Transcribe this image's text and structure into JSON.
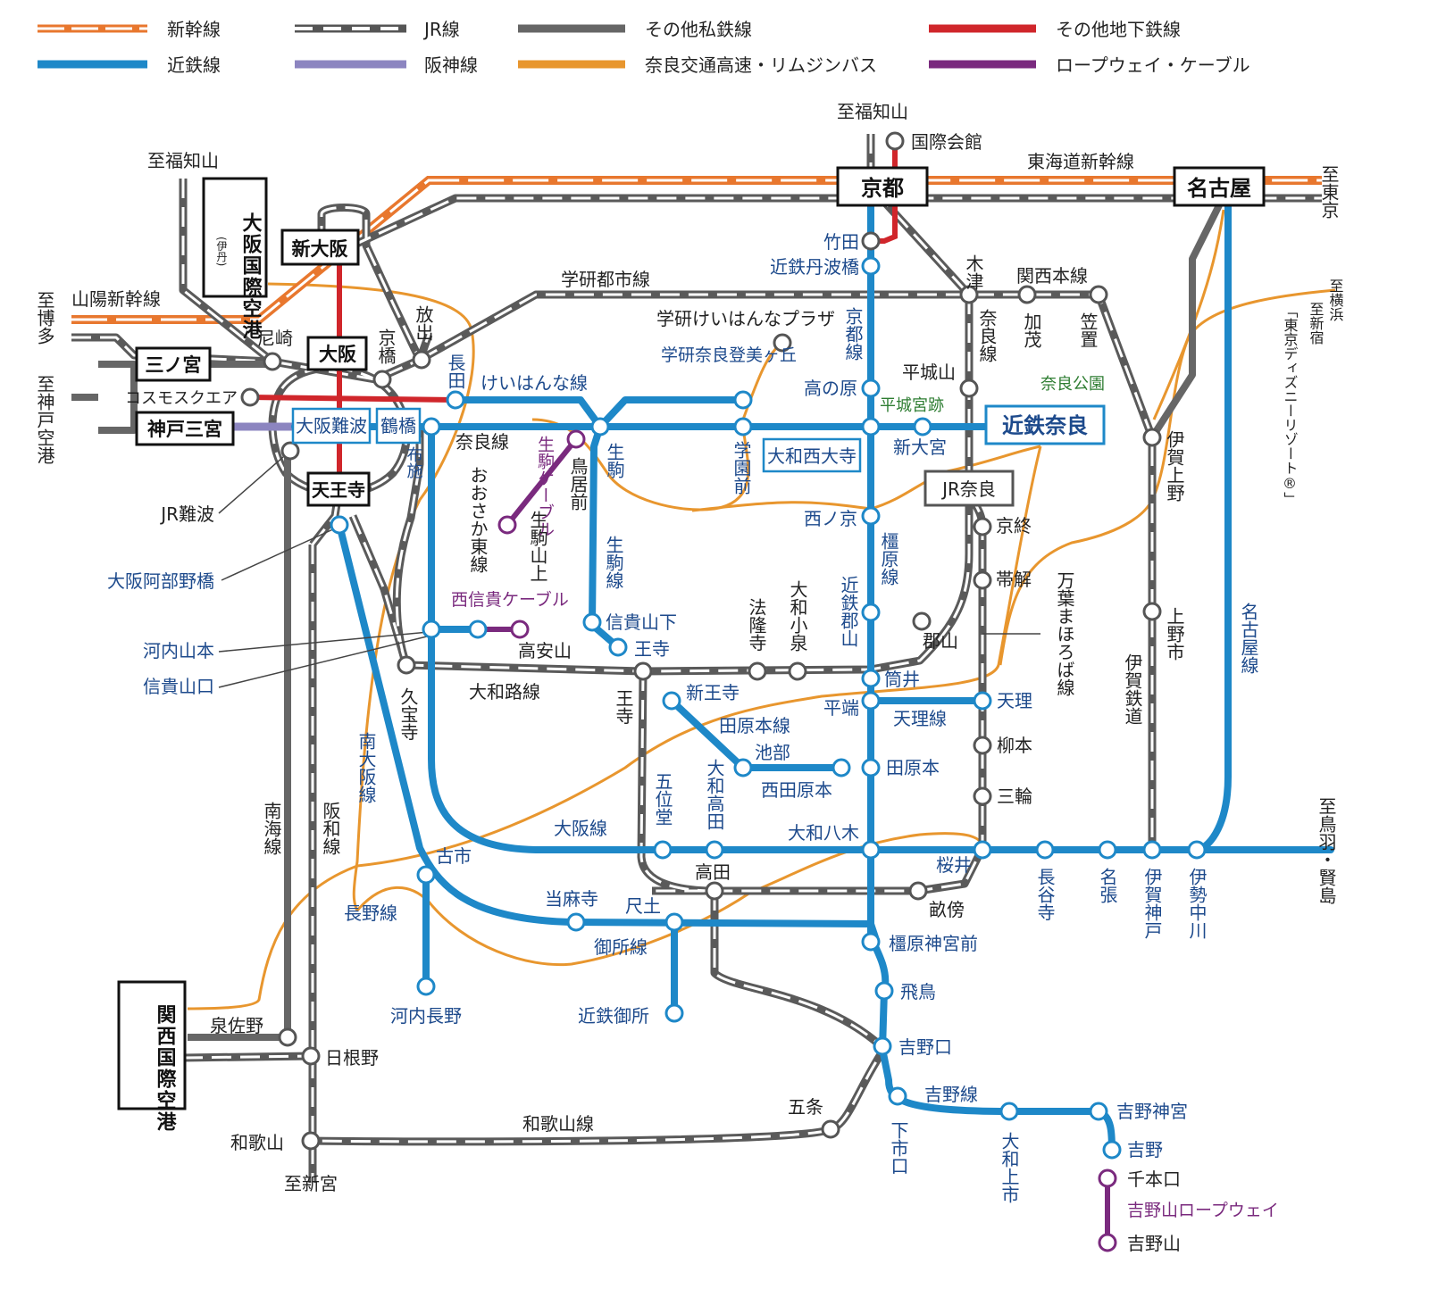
{
  "legend": [
    {
      "label": "新幹線",
      "type": "shinkansen",
      "color": "#e8772e"
    },
    {
      "label": "JR線",
      "type": "jr",
      "color": "#555555"
    },
    {
      "label": "その他私鉄線",
      "type": "private",
      "color": "#666666"
    },
    {
      "label": "その他地下鉄線",
      "type": "subway",
      "color": "#d0262b"
    },
    {
      "label": "近鉄線",
      "type": "kintetsu",
      "color": "#1e88c8"
    },
    {
      "label": "阪神線",
      "type": "hanshin",
      "color": "#8c85c0"
    },
    {
      "label": "奈良交通高速・リムジンバス",
      "type": "bus",
      "color": "#e8962e"
    },
    {
      "label": "ロープウェイ・ケーブル",
      "type": "ropeway",
      "color": "#7a2a7e"
    }
  ],
  "colors": {
    "kintetsu": "#1e88c8",
    "jr": "#666666",
    "shinkansen": "#e8772e",
    "subway": "#d0262b",
    "hanshin": "#8c85c0",
    "bus": "#e8962e",
    "ropeway": "#7a2a7e"
  },
  "hubs": {
    "kyoto": "京都",
    "nagoya": "名古屋",
    "shin_osaka": "新大阪",
    "osaka": "大阪",
    "sannomiya": "三ノ宮",
    "kobe_sannomiya": "神戸三宮",
    "tennoji": "天王寺",
    "osaka_namba": "大阪難波",
    "tsuruhashi": "鶴橋",
    "kintetsu_nara": "近鉄奈良",
    "jr_nara": "JR奈良",
    "yamato_saidaiji": "大和西大寺"
  },
  "airports": {
    "itami": "大阪国際空港",
    "itami_sub": "(伊丹)",
    "kansai": "関西国際空港"
  },
  "directions": {
    "fukuchiyama_north": "至福知山",
    "fukuchiyama_west": "至福知山",
    "tokyo": "至東京",
    "hakata": "至博多",
    "kobe_airport": "至神戸空港",
    "yokohama": "至横浜",
    "shinjuku": "至新宿",
    "toba": "至鳥羽・賢島",
    "shingu": "至新宮"
  },
  "line_names": {
    "tokaido_shinkansen": "東海道新幹線",
    "sanyo_shinkansen": "山陽新幹線",
    "gakkentoshi": "学研都市線",
    "kansai_honsen": "関西本線",
    "keihanna": "けいはんな線",
    "nara_line": "奈良線",
    "osaka_higashi": "おおさか東線",
    "ikoma": "生駒線",
    "ikoma_cable": "生駒ケーブル",
    "nishi_shigi_cable": "西信貴ケーブル",
    "kyoto_line": "京都線",
    "kashihara": "橿原線",
    "nara_kintetsu": "奈良線",
    "manyo_mahoroba": "万葉まほろば線",
    "yamatoji": "大和路線",
    "tawaramoto": "田原本線",
    "tenri": "天理線",
    "osaka_line": "大阪線",
    "minami_osaka": "南大阪線",
    "nagano": "長野線",
    "gose": "御所線",
    "yoshino": "吉野線",
    "wakayama_line": "和歌山線",
    "nankai": "南海線",
    "hanwa": "阪和線",
    "nagoya_line": "名古屋線",
    "iga_tetsudo": "伊賀鉄道",
    "yoshinoyama_ropeway": "吉野山ロープウェイ",
    "tdr": "「東京ディズニーリゾート®」",
    "nara_koen": "奈良公園"
  },
  "stations": {
    "kokusai_kaikan": "国際会館",
    "takeda": "竹田",
    "kintetsu_tambabashi": "近鉄丹波橋",
    "gakken_plaza": "学研けいはんなプラザ",
    "gakken_nara": "学研奈良登美ヶ丘",
    "takanohara": "高の原",
    "heijo_palace": "平城宮跡",
    "shin_omiya": "新大宮",
    "kizu": "木津",
    "kamo": "加茂",
    "kasagi": "笠置",
    "heijoyama": "平城山",
    "iga_ueno": "伊賀上野",
    "ueno_shi": "上野市",
    "amagasaki": "尼崎",
    "kyobashi": "京橋",
    "hanaten": "放出",
    "nagata": "長田",
    "cosmo_square": "コスモスクエア",
    "jr_namba": "JR難波",
    "osaka_abeno": "大阪阿部野橋",
    "fuse": "布施",
    "ikoma": "生駒",
    "toriimae": "鳥居前",
    "ikoma_sanjo": "生駒山上",
    "gakuenmae": "学園前",
    "nishinokyo": "西ノ京",
    "kyobate": "京終",
    "obitoke": "帯解",
    "shigisanshita": "信貴山下",
    "oji": "王寺",
    "takayasuyama": "高安山",
    "kawachi_yamamoto": "河内山本",
    "shigisanguchi": "信貴山口",
    "horyuji": "法隆寺",
    "yamato_koizumi": "大和小泉",
    "kintetsu_koriyama": "近鉄郡山",
    "koriyama": "郡山",
    "tsutsui": "筒井",
    "kyuhoji": "久宝寺",
    "shin_oji": "新王寺",
    "hirahata": "平端",
    "tenri": "天理",
    "ikebe": "池部",
    "nishi_tawaramoto": "西田原本",
    "tawaramoto": "田原本",
    "yanagimoto": "柳本",
    "miwa": "三輪",
    "goido": "五位堂",
    "yamato_takada": "大和高田",
    "yamato_yagi": "大和八木",
    "sakurai": "桜井",
    "hasedera": "長谷寺",
    "nabari": "名張",
    "iga_kambe": "伊賀神戸",
    "ise_nakagawa": "伊勢中川",
    "furuichi": "古市",
    "taimadera": "当麻寺",
    "shakudo": "尺土",
    "takada": "高田",
    "unebi": "畝傍",
    "kashiharajingu": "橿原神宮前",
    "asuka": "飛鳥",
    "yoshinoguchi": "吉野口",
    "kawachi_nagano": "河内長野",
    "kintetsu_gose": "近鉄御所",
    "izumisano": "泉佐野",
    "hineno": "日根野",
    "wakayama": "和歌山",
    "gojo": "五条",
    "shimoichiguchi": "下市口",
    "yamato_kamiichi": "大和上市",
    "yoshino_jingu": "吉野神宮",
    "yoshino": "吉野",
    "sembonguchi": "千本口",
    "yoshinoyama": "吉野山"
  }
}
